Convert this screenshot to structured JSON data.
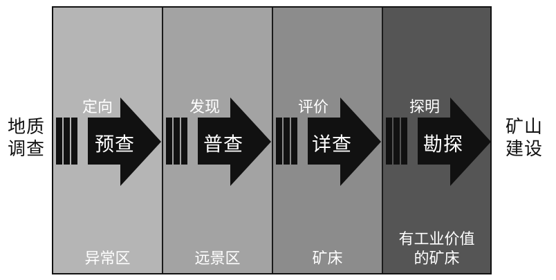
{
  "left_label": [
    "地质",
    "调查"
  ],
  "right_label": [
    "矿山",
    "建设"
  ],
  "stages": [
    {
      "phase": "定向",
      "stage": "预查",
      "zone": [
        "异常区"
      ],
      "color": "#b5b5b5"
    },
    {
      "phase": "发现",
      "stage": "普查",
      "zone": [
        "远景区"
      ],
      "color": "#a3a3a3"
    },
    {
      "phase": "评价",
      "stage": "详查",
      "zone": [
        "矿床"
      ],
      "color": "#8c8c8c"
    },
    {
      "phase": "探明",
      "stage": "勘探",
      "zone": [
        "有工业价值",
        "的矿床"
      ],
      "color": "#555555"
    }
  ],
  "arrow_color": "#111111"
}
